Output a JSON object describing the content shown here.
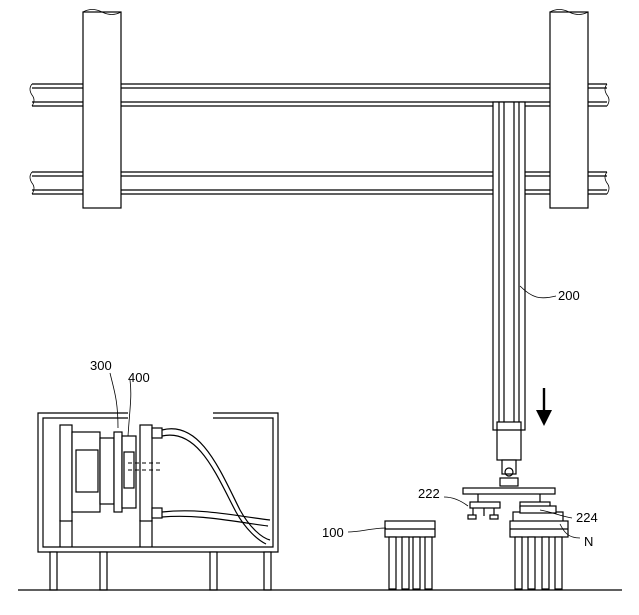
{
  "labels": {
    "robot": "200",
    "machine": "300",
    "mold": "400",
    "table_left": "100",
    "gripper_left": "222",
    "gripper_right": "224",
    "workpiece": "N"
  }
}
